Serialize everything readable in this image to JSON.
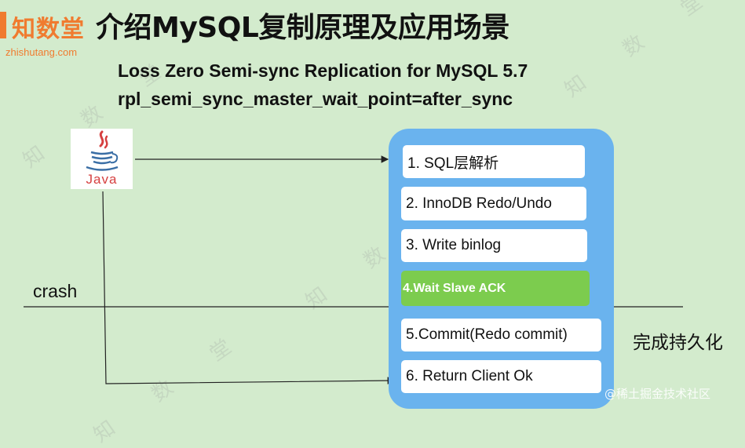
{
  "brand": {
    "name": "知数堂",
    "url": "zhishutang.com",
    "color": "#f07b2f"
  },
  "header": {
    "title": "介绍MySQL复制原理及应用场景",
    "subtitle_line1": "Loss Zero  Semi-sync Replication  for MySQL 5.7",
    "subtitle_line2": "rpl_semi_sync_master_wait_point=after_sync"
  },
  "client": {
    "icon": "java-coffee-cup-icon",
    "label": "Java"
  },
  "flow": {
    "panel_color": "#6ab3ee",
    "steps": [
      {
        "label": "1. SQL层解析"
      },
      {
        "label": "2. InnoDB Redo/Undo"
      },
      {
        "label": "3. Write binlog"
      },
      {
        "label": "4.Wait Slave ACK",
        "highlight_color": "#7ccc4e"
      },
      {
        "label": "5.Commit(Redo commit)"
      },
      {
        "label": "6. Return Client Ok"
      }
    ]
  },
  "annotations": {
    "crash": "crash",
    "result": "完成持久化",
    "credit": "@稀土掘金技术社区"
  },
  "watermark": {
    "text": "知 数 堂"
  }
}
